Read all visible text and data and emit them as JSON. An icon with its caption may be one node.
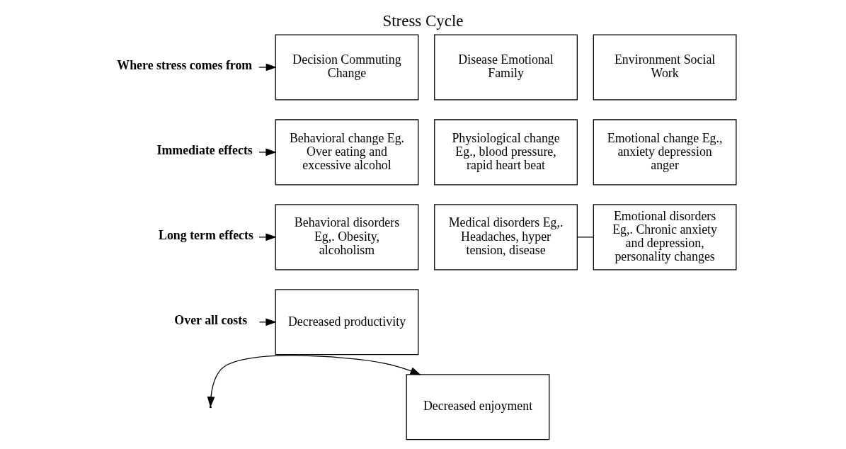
{
  "diagram": {
    "title": "Stress Cycle",
    "nodes": [
      {
        "text": [
          "Where stress comes from"
        ]
      },
      {
        "text": [
          "Immediate effects"
        ]
      },
      {
        "text": [
          "Long term effects"
        ]
      },
      {
        "text": [
          "Over all costs"
        ]
      },
      {
        "text": [
          "Decision Commuting Change"
        ]
      },
      {
        "text": [
          "Disease Emotional Family"
        ]
      },
      {
        "text": [
          "Environment Social Work"
        ]
      },
      {
        "text": [
          "Behavioral change Eg. Over eating and excessive alcohol"
        ]
      },
      {
        "text": [
          "Physiological change Eg., blood pressure, rapid heart beat"
        ]
      },
      {
        "text": [
          "Emotional change Eg., anxiety depression anger"
        ]
      },
      {
        "text": [
          "Behavioral disorders Eg,. Obesity, alcoholism"
        ]
      },
      {
        "text": [
          "Medical disorders Eg,. Headaches, hyper tension, disease"
        ]
      },
      {
        "text": [
          "Emotional disorders Eg,. Chronic anxiety and depression, personality changes"
        ]
      },
      {
        "text": [
          "Decreased productivity"
        ]
      },
      {
        "text": [
          "Decreased enjoyment"
        ]
      }
    ],
    "edges": [
      {
        "from": 0,
        "to": 4,
        "arrow": "to"
      },
      {
        "from": 1,
        "to": 7,
        "arrow": "to"
      },
      {
        "from": 2,
        "to": 10,
        "arrow": "to"
      },
      {
        "from": 3,
        "to": 13,
        "arrow": "to"
      },
      {
        "from": 11,
        "to": 12,
        "arrow": "none"
      },
      {
        "from": null,
        "to": 14,
        "arrow": "both"
      }
    ]
  }
}
